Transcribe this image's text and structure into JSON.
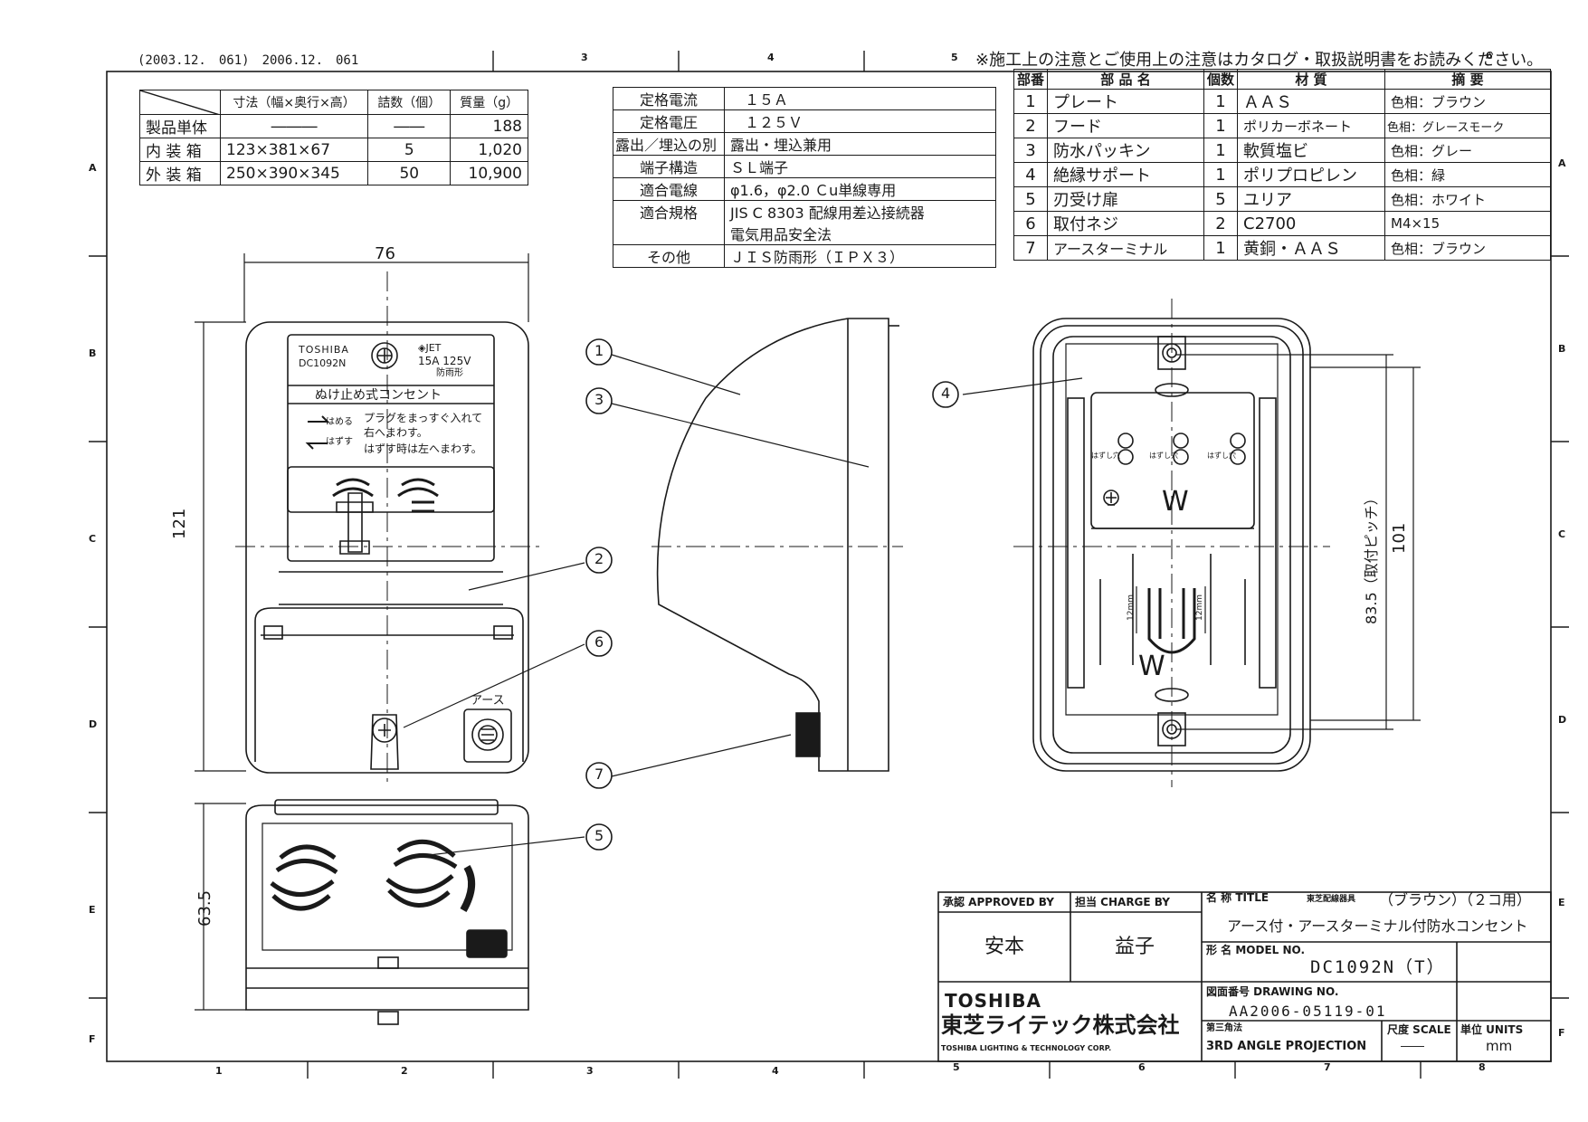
{
  "revision_note": "(2003.12.　061)　2006.12.　061",
  "notice": "※施工上の注意とご使用上の注意はカタログ・取扱説明書をお読みください。",
  "zone_cols_top": [
    "3",
    "4",
    "5",
    "6"
  ],
  "zone_cols_bottom": [
    "1",
    "2",
    "3",
    "4",
    "5",
    "6",
    "7",
    "8"
  ],
  "zone_rows": [
    "A",
    "B",
    "C",
    "D",
    "E",
    "F"
  ],
  "packaging": {
    "header": [
      "寸法（幅×奥行×高）",
      "詰数（個）",
      "質量（g）"
    ],
    "rows": [
      {
        "label": "製品単体",
        "dims": "―――",
        "count": "――",
        "mass": "188"
      },
      {
        "label": "内 装 箱",
        "dims": "123×381×67",
        "count": "5",
        "mass": "1,020"
      },
      {
        "label": "外 装 箱",
        "dims": "250×390×345",
        "count": "50",
        "mass": "10,900"
      }
    ]
  },
  "specs": [
    {
      "label": "定格電流",
      "value": "　１５Ａ"
    },
    {
      "label": "定格電圧",
      "value": "　１２５Ｖ"
    },
    {
      "label": "露出／埋込の別",
      "value": "露出・埋込兼用"
    },
    {
      "label": "端子構造",
      "value": "ＳＬ端子"
    },
    {
      "label": "適合電線",
      "value": "φ1.6，φ2.0 Ｃu単線専用"
    },
    {
      "label": "適合規格",
      "value": "JIS C 8303 配線用差込接続器",
      "value2": "電気用品安全法"
    },
    {
      "label": "その他",
      "value": "ＪＩＳ防雨形（ＩＰＸ３）"
    }
  ],
  "parts": {
    "header": [
      "部番",
      "部 品 名",
      "個数",
      "材 質",
      "摘 要"
    ],
    "rows": [
      {
        "no": "1",
        "name": "プレート",
        "qty": "1",
        "material": "ＡＡＳ",
        "note": "色相：ブラウン"
      },
      {
        "no": "2",
        "name": "フード",
        "qty": "1",
        "material": "ポリカーボネート",
        "note": "色相：グレースモーク"
      },
      {
        "no": "3",
        "name": "防水パッキン",
        "qty": "1",
        "material": "軟質塩ビ",
        "note": "色相：グレー"
      },
      {
        "no": "4",
        "name": "絶縁サポート",
        "qty": "1",
        "material": "ポリプロピレン",
        "note": "色相：緑"
      },
      {
        "no": "5",
        "name": "刃受け扉",
        "qty": "5",
        "material": "ユリア",
        "note": "色相：ホワイト"
      },
      {
        "no": "6",
        "name": "取付ネジ",
        "qty": "2",
        "material": "C2700",
        "note": "M4×15"
      },
      {
        "no": "7",
        "name": "アースターミナル",
        "qty": "1",
        "material": "黄銅・ＡＡＳ",
        "note": "色相：ブラウン"
      }
    ]
  },
  "front_view": {
    "dim_width": "76",
    "dim_height": "121",
    "brand": "TOSHIBA",
    "model": "DC1092N",
    "jet": "JET",
    "rating": "15A 125V",
    "rain": "防雨形",
    "title": "ぬけ止め式コンセント",
    "hameru": "はめる",
    "hazusu": "はずす",
    "instr1": "プラグをまっすぐ入れて",
    "instr2": "右へまわす。",
    "instr3": "はずす時は左へまわす。",
    "earth": "アース"
  },
  "bottom_view": {
    "dim_height": "63.5"
  },
  "rear_view": {
    "dim_pitch": "83.5（取付ピッチ）",
    "dim_height": "101",
    "w_label": "W",
    "w_label2": "W",
    "hole_label": "12mm",
    "release_label": "はずし穴"
  },
  "balloons": [
    "1",
    "3",
    "2",
    "6",
    "7",
    "4",
    "5"
  ],
  "title_block": {
    "approved_label": "承認 APPROVED BY",
    "charge_label": "担当 CHARGE BY",
    "title_label": "名 称 TITLE",
    "title_prefix": "東芝配線器具",
    "title_color": "（ブラウン）（２コ用）",
    "approved": "安本",
    "charge": "益子",
    "title": "アース付・アースターミナル付防水コンセント",
    "model_label": "形 名 MODEL NO.",
    "model": "DC1092N（T）",
    "drawing_label": "図面番号 DRAWING NO.",
    "drawing": "AA2006-05119-01",
    "projection_label": "第三角法",
    "projection": "3RD ANGLE PROJECTION",
    "scale_label": "尺度 SCALE",
    "scale": "――",
    "units_label": "単位 UNITS",
    "units": "mm",
    "brand": "TOSHIBA",
    "company_jp": "東芝ライテック株式会社",
    "company_en": "TOSHIBA LIGHTING & TECHNOLOGY CORP."
  }
}
